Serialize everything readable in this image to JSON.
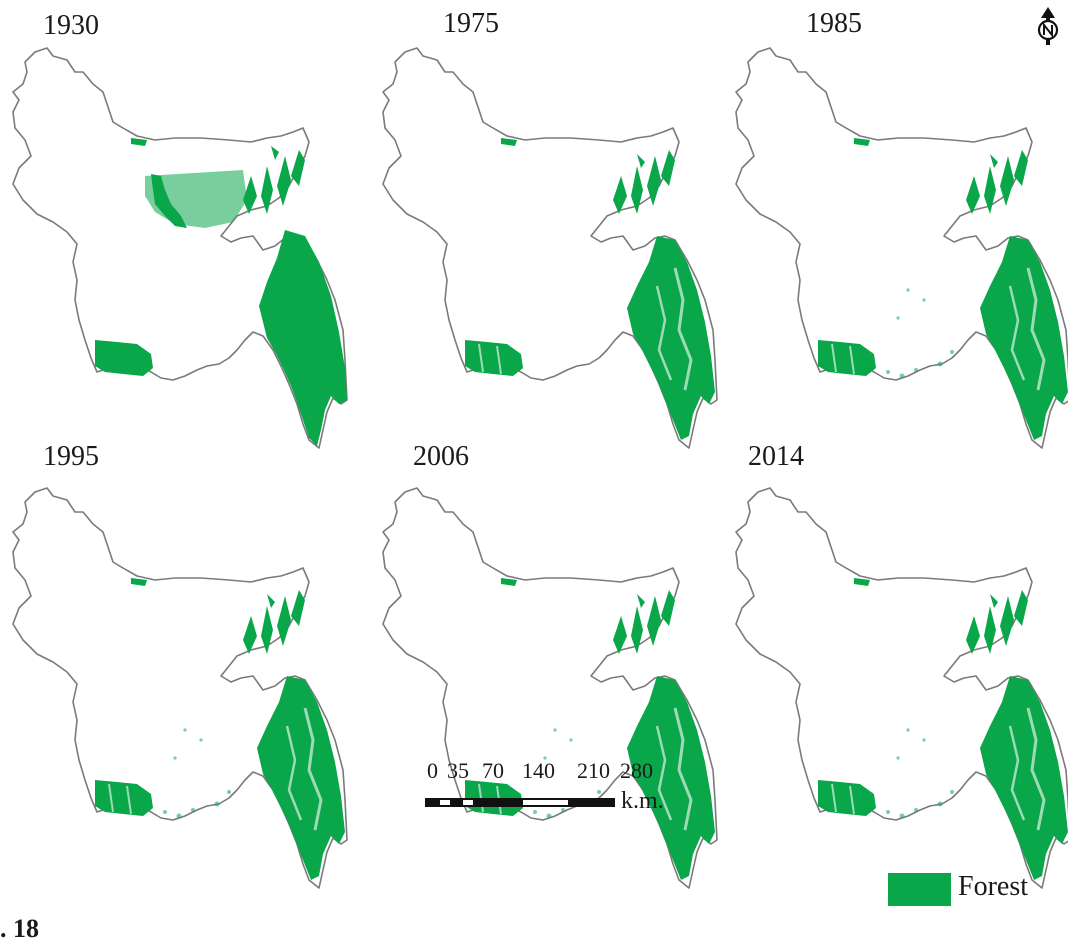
{
  "maps": [
    {
      "year": "1930",
      "coverage": "dense"
    },
    {
      "year": "1975",
      "coverage": "medium"
    },
    {
      "year": "1985",
      "coverage": "medium"
    },
    {
      "year": "1995",
      "coverage": "medium"
    },
    {
      "year": "2006",
      "coverage": "medium"
    },
    {
      "year": "2014",
      "coverage": "medium"
    }
  ],
  "scale_bar": {
    "ticks": [
      "0",
      "35",
      "70",
      "140",
      "210",
      "280"
    ],
    "unit": "k.m."
  },
  "legend": {
    "label": "Forest",
    "color": "#0aa64a"
  },
  "north_icon": "north-arrow-icon",
  "page_number": ". 18"
}
